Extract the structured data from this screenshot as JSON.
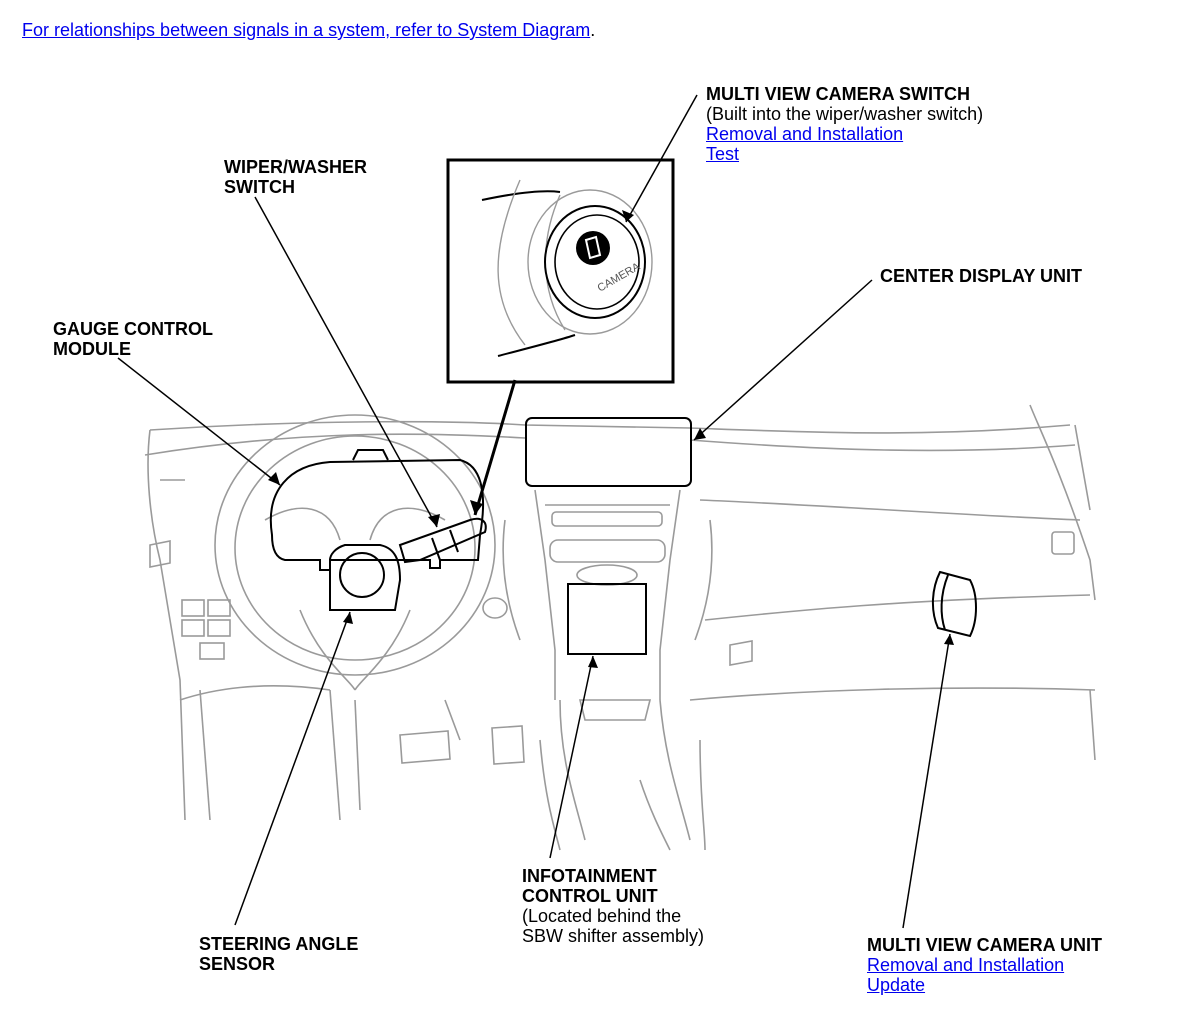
{
  "intro": {
    "text": "For relationships between signals in a system, refer to System Diagram",
    "suffix": "."
  },
  "callouts": {
    "camera_switch": {
      "title": "MULTI VIEW CAMERA SWITCH",
      "note": "(Built into the wiper/washer switch)",
      "links": [
        "Removal and Installation",
        "Test"
      ]
    },
    "wiper_switch": {
      "title_line1": "WIPER/WASHER",
      "title_line2": "SWITCH"
    },
    "center_display": {
      "title": "CENTER DISPLAY UNIT"
    },
    "gauge_module": {
      "title_line1": "GAUGE CONTROL",
      "title_line2": "MODULE"
    },
    "infotainment": {
      "title_line1": "INFOTAINMENT",
      "title_line2": "CONTROL UNIT",
      "note_line1": "(Located behind the",
      "note_line2": "SBW shifter assembly)"
    },
    "steering_sensor": {
      "title_line1": "STEERING ANGLE",
      "title_line2": "SENSOR"
    },
    "camera_unit": {
      "title": "MULTI VIEW CAMERA UNIT",
      "links": [
        "Removal and Installation",
        "Update"
      ]
    }
  },
  "inset": {
    "button_text": "CAMERA"
  },
  "colors": {
    "link": "#0000ee",
    "line_art": "#000000",
    "faint_art": "#9a9a9a"
  }
}
